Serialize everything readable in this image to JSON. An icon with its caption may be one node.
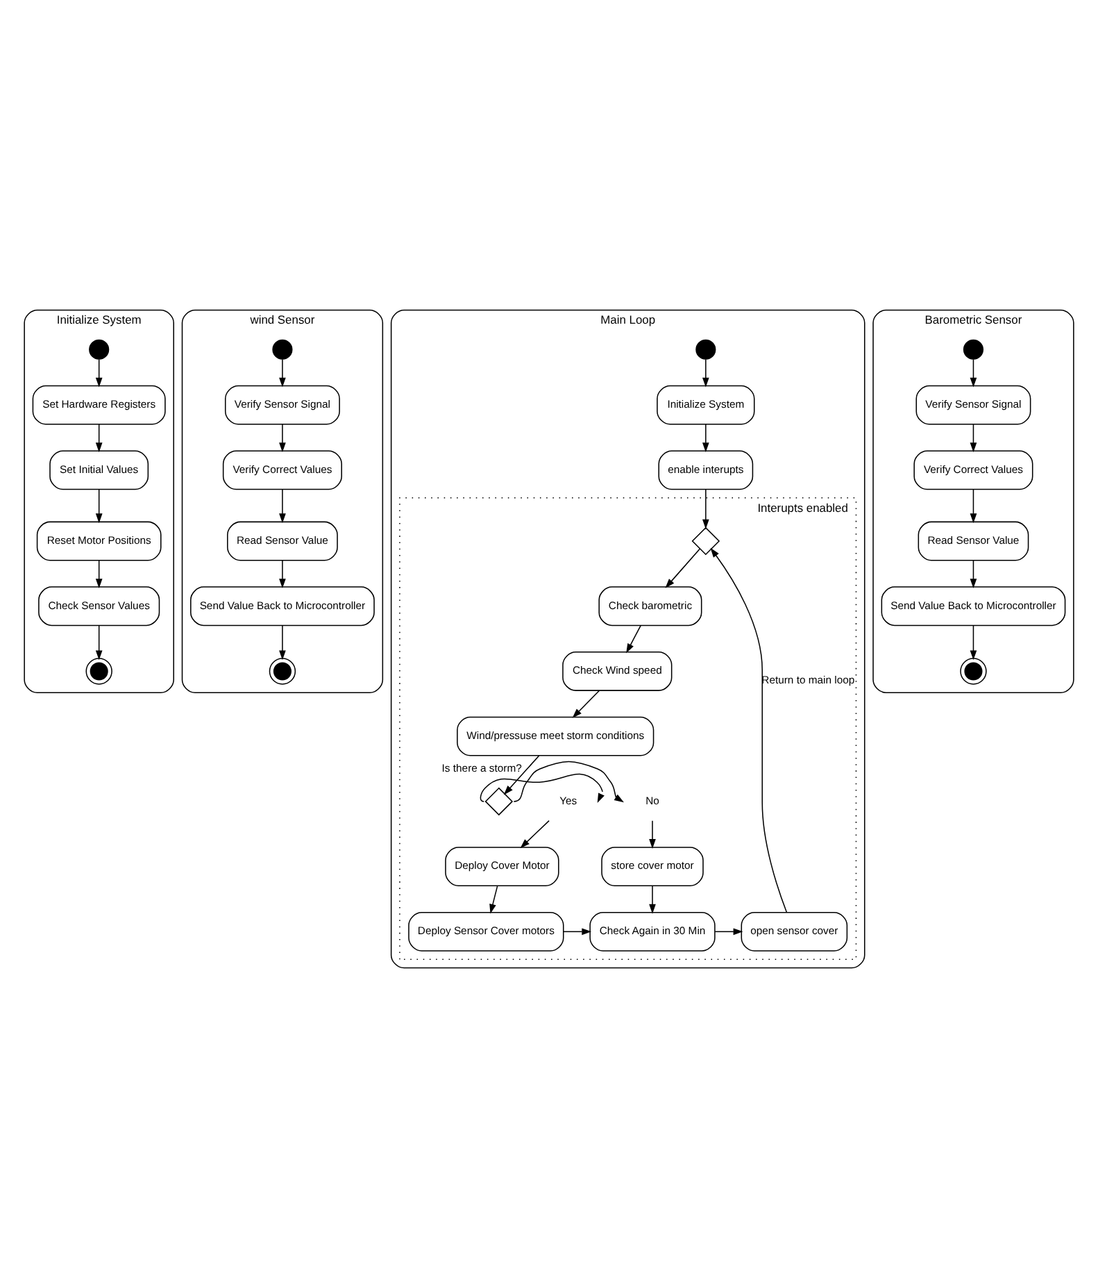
{
  "diagram": {
    "nodes": [
      {
        "text": [
          "Initialize System"
        ]
      },
      {
        "text": [],
        "shape": "circle",
        "in": 0
      },
      {
        "text": [
          "Set Hardware Registers"
        ],
        "in": 0
      },
      {
        "text": [
          "Set Initial Values"
        ],
        "in": 0
      },
      {
        "text": [
          "Reset Motor Positions"
        ],
        "in": 0
      },
      {
        "text": [
          "Check Sensor Values"
        ],
        "in": 0
      },
      {
        "text": [],
        "shape": "circle",
        "in": 0
      },
      {
        "text": [
          "wind Sensor"
        ]
      },
      {
        "text": [],
        "shape": "circle",
        "in": 7
      },
      {
        "text": [
          "Verify Sensor Signal"
        ],
        "in": 7
      },
      {
        "text": [
          "Verify Correct Values"
        ],
        "in": 7
      },
      {
        "text": [
          "Read Sensor Value"
        ],
        "in": 7
      },
      {
        "text": [
          "Send Value Back to Microcontroller"
        ],
        "in": 7
      },
      {
        "text": [],
        "shape": "circle",
        "in": 7
      },
      {
        "text": [
          "Main Loop"
        ]
      },
      {
        "text": [],
        "shape": "circle",
        "in": 14
      },
      {
        "text": [
          "Initialize System"
        ],
        "in": 14
      },
      {
        "text": [
          "enable interupts"
        ],
        "in": 14
      },
      {
        "text": [
          "Interupts enabled"
        ],
        "in": 14
      },
      {
        "text": [],
        "shape": "diamond",
        "in": 18
      },
      {
        "text": [
          "Check barometric"
        ],
        "in": 18
      },
      {
        "text": [
          "Check Wind speed"
        ],
        "in": 18
      },
      {
        "text": [
          "Wind/pressuse meet storm conditions"
        ],
        "in": 18
      },
      {
        "text": [],
        "shape": "diamond",
        "in": 18
      },
      {
        "text": [
          "Yes"
        ],
        "in": 18
      },
      {
        "text": [
          "No"
        ],
        "in": 18
      },
      {
        "text": [
          "Deploy Cover Motor"
        ],
        "in": 18
      },
      {
        "text": [
          "store cover motor"
        ],
        "in": 18
      },
      {
        "text": [
          "Deploy Sensor Cover motors"
        ],
        "in": 18
      },
      {
        "text": [
          "Check Again in 30 Min"
        ],
        "in": 18
      },
      {
        "text": [
          "open sensor cover"
        ],
        "in": 18
      },
      {
        "text": [
          "Barometric Sensor"
        ]
      },
      {
        "text": [],
        "shape": "circle",
        "in": 31
      },
      {
        "text": [
          "Verify Sensor Signal"
        ],
        "in": 31
      },
      {
        "text": [
          "Verify Correct Values"
        ],
        "in": 31
      },
      {
        "text": [
          "Read Sensor Value"
        ],
        "in": 31
      },
      {
        "text": [
          "Send Value Back to Microcontroller"
        ],
        "in": 31
      },
      {
        "text": [],
        "shape": "circle",
        "in": 31
      }
    ],
    "edges": [
      {
        "from": 1,
        "to": 2,
        "arrow": "to"
      },
      {
        "from": 2,
        "to": 3,
        "arrow": "to"
      },
      {
        "from": 3,
        "to": 4,
        "arrow": "to"
      },
      {
        "from": 4,
        "to": 5,
        "arrow": "to"
      },
      {
        "from": 5,
        "to": 6,
        "arrow": "to"
      },
      {
        "from": 8,
        "to": 9,
        "arrow": "to"
      },
      {
        "from": 9,
        "to": 10,
        "arrow": "to"
      },
      {
        "from": 10,
        "to": 11,
        "arrow": "to"
      },
      {
        "from": 11,
        "to": 12,
        "arrow": "to"
      },
      {
        "from": 12,
        "to": 13,
        "arrow": "to"
      },
      {
        "from": 15,
        "to": 16,
        "arrow": "to"
      },
      {
        "from": 16,
        "to": 17,
        "arrow": "to"
      },
      {
        "from": 17,
        "to": 19,
        "arrow": "to"
      },
      {
        "from": 19,
        "to": 20,
        "arrow": "to"
      },
      {
        "from": 20,
        "to": 21,
        "arrow": "to"
      },
      {
        "from": 21,
        "to": 22,
        "arrow": "to"
      },
      {
        "from": 22,
        "to": 23,
        "arrow": "to",
        "label": "Is there a storm?"
      },
      {
        "from": 23,
        "to": 24,
        "arrow": "to"
      },
      {
        "from": 23,
        "to": 25,
        "arrow": "to"
      },
      {
        "from": 24,
        "to": 26,
        "arrow": "to"
      },
      {
        "from": 25,
        "to": 27,
        "arrow": "to"
      },
      {
        "from": 26,
        "to": 28,
        "arrow": "to"
      },
      {
        "from": 27,
        "to": 29,
        "arrow": "to"
      },
      {
        "from": 28,
        "to": 29,
        "arrow": "to"
      },
      {
        "from": 29,
        "to": 30,
        "arrow": "to"
      },
      {
        "from": 30,
        "to": 19,
        "arrow": "to",
        "label": "Return to main loop"
      },
      {
        "from": 32,
        "to": 33,
        "arrow": "to"
      },
      {
        "from": 33,
        "to": 34,
        "arrow": "to"
      },
      {
        "from": 34,
        "to": 35,
        "arrow": "to"
      },
      {
        "from": 35,
        "to": 36,
        "arrow": "to"
      },
      {
        "from": 36,
        "to": 37,
        "arrow": "to"
      }
    ]
  }
}
